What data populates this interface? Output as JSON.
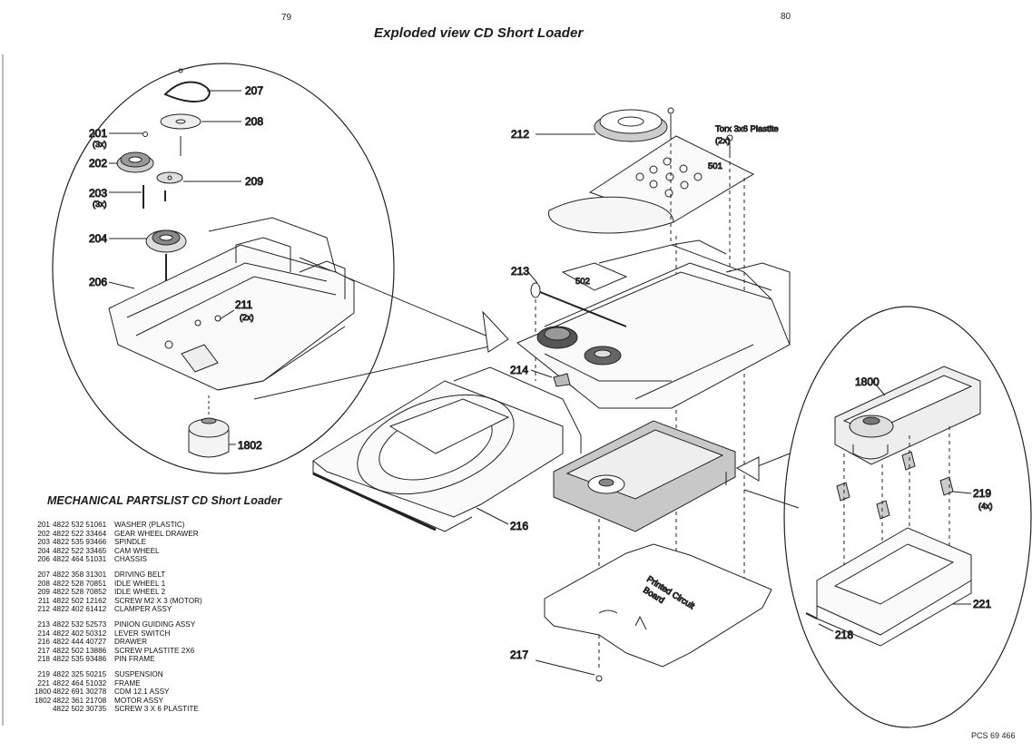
{
  "header": {
    "page_left": "79",
    "page_right": "80",
    "title": "Exploded view CD Short Loader"
  },
  "footer": {
    "code": "PCS 69 466"
  },
  "callouts": {
    "n207": "207",
    "n208": "208",
    "n201": "201",
    "n201q": "(3x)",
    "n202": "202",
    "n209": "209",
    "n203": "203",
    "n203q": "(3x)",
    "n204": "204",
    "n206": "206",
    "n211": "211",
    "n211q": "(2x)",
    "n1802": "1802",
    "n212": "212",
    "torx": "Torx 3x6 Plastite",
    "torxq": "(2x)",
    "n501": "501",
    "n502": "502",
    "n213": "213",
    "n214": "214",
    "n216": "216",
    "n217": "217",
    "pcb_line1": "Printed Circuit",
    "pcb_line2": "Board",
    "n1800": "1800",
    "n219": "219",
    "n219q": "(4x)",
    "n221": "221",
    "n218": "218"
  },
  "partslist": {
    "title": "MECHANICAL PARTSLIST CD Short Loader",
    "groups": [
      [
        {
          "pos": "201",
          "num": "4822 532 51061",
          "desc": "WASHER (PLASTIC)"
        },
        {
          "pos": "202",
          "num": "4822 522 33464",
          "desc": "GEAR WHEEL DRAWER"
        },
        {
          "pos": "203",
          "num": "4822 535 93466",
          "desc": "SPINDLE"
        },
        {
          "pos": "204",
          "num": "4822 522 33465",
          "desc": "CAM WHEEL"
        },
        {
          "pos": "206",
          "num": "4822 464 51031",
          "desc": "CHASSIS"
        }
      ],
      [
        {
          "pos": "207",
          "num": "4822 358 31301",
          "desc": "DRIVING BELT"
        },
        {
          "pos": "208",
          "num": "4822 528 70851",
          "desc": "IDLE WHEEL 1"
        },
        {
          "pos": "209",
          "num": "4822 528 70852",
          "desc": "IDLE WHEEL 2"
        },
        {
          "pos": "211",
          "num": "4822 502 12162",
          "desc": "SCREW M2 X 3 (MOTOR)"
        },
        {
          "pos": "212",
          "num": "4822 402 61412",
          "desc": "CLAMPER ASSY"
        }
      ],
      [
        {
          "pos": "213",
          "num": "4822 532 52573",
          "desc": "PINION GUIDING ASSY"
        },
        {
          "pos": "214",
          "num": "4822 402 50312",
          "desc": "LEVER SWITCH"
        },
        {
          "pos": "216",
          "num": "4822 444 40727",
          "desc": "DRAWER"
        },
        {
          "pos": "217",
          "num": "4822 502 13886",
          "desc": "SCREW PLASTITE 2X6"
        },
        {
          "pos": "218",
          "num": "4822 535 93486",
          "desc": "PIN FRAME"
        }
      ],
      [
        {
          "pos": "219",
          "num": "4822 325 50215",
          "desc": "SUSPENSION"
        },
        {
          "pos": "221",
          "num": "4822 464 51032",
          "desc": "FRAME"
        },
        {
          "pos": "1800",
          "num": "4822 691 30278",
          "desc": "CDM 12.1 ASSY"
        },
        {
          "pos": "1802",
          "num": "4822 361 21708",
          "desc": "MOTOR ASSY"
        },
        {
          "pos": "",
          "num": "4822 502 30735",
          "desc": "SCREW 3 X 6 PLASTITE"
        }
      ]
    ]
  }
}
